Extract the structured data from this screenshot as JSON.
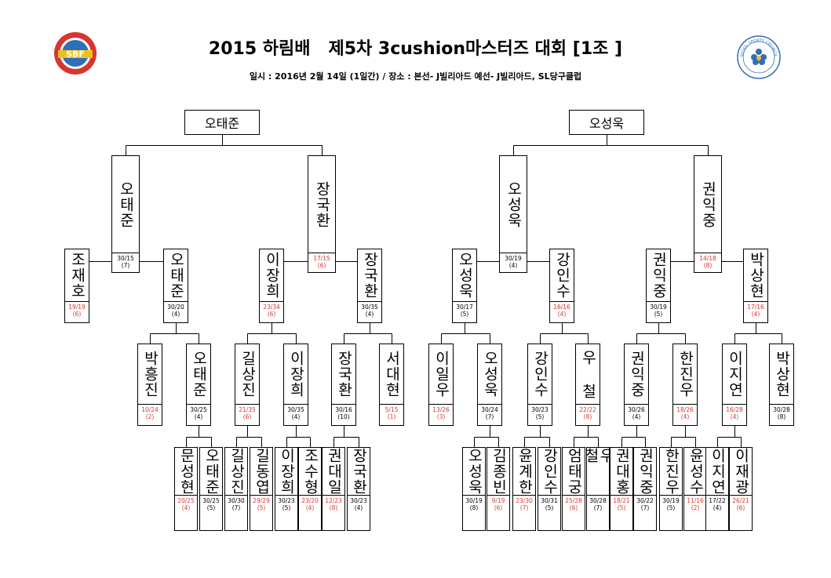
{
  "header": {
    "title": "2015 하림배   제5차 3cushion마스터즈 대회 [1조 ]",
    "subtitle": "일시 : 2016년 2월 14일 (1일간) / 장소 : 본선- J빌리아드 예선- J빌리아드, SL당구클럽",
    "logo_left_text": "SBF",
    "logo_right_text": "SEOUL SPORTS COUNCIL"
  },
  "colors": {
    "loss": "#d8352f",
    "line": "#000000"
  },
  "bracket": {
    "champions": [
      {
        "id": "W1",
        "name": "오태준"
      },
      {
        "id": "W2",
        "name": "오성욱"
      }
    ],
    "r1": [
      {
        "id": "A1",
        "name": "오태준",
        "score": "30/15",
        "rank": "(7)",
        "loss": false
      },
      {
        "id": "A2",
        "name": "장국환",
        "score": "17/15",
        "rank": "(6)",
        "loss": true
      },
      {
        "id": "A3",
        "name": "오성욱",
        "score": "30/19",
        "rank": "(4)",
        "loss": false
      },
      {
        "id": "A4",
        "name": "권익중",
        "score": "14/18",
        "rank": "(8)",
        "loss": true
      }
    ],
    "r2": [
      {
        "id": "B1",
        "name": "조재호",
        "score": "19/19",
        "rank": "(6)",
        "loss": true
      },
      {
        "id": "B2",
        "name": "오태준",
        "score": "30/20",
        "rank": "(4)",
        "loss": false
      },
      {
        "id": "B3",
        "name": "이장희",
        "score": "23/34",
        "rank": "(6)",
        "loss": true
      },
      {
        "id": "B4",
        "name": "장국환",
        "score": "30/35",
        "rank": "(4)",
        "loss": false
      },
      {
        "id": "B5",
        "name": "오성욱",
        "score": "30/17",
        "rank": "(5)",
        "loss": false
      },
      {
        "id": "B6",
        "name": "강인수",
        "score": "16/16",
        "rank": "(4)",
        "loss": true
      },
      {
        "id": "B7",
        "name": "권익중",
        "score": "30/19",
        "rank": "(5)",
        "loss": false
      },
      {
        "id": "B8",
        "name": "박상현",
        "score": "17/16",
        "rank": "(4)",
        "loss": true
      }
    ],
    "r3": [
      {
        "id": "C1",
        "name": "박흥진",
        "score": "10/24",
        "rank": "(2)",
        "loss": true
      },
      {
        "id": "C2",
        "name": "오태준",
        "score": "30/25",
        "rank": "(4)",
        "loss": false
      },
      {
        "id": "C3",
        "name": "길상진",
        "score": "21/35",
        "rank": "(6)",
        "loss": true
      },
      {
        "id": "C4",
        "name": "이장희",
        "score": "30/35",
        "rank": "(4)",
        "loss": false
      },
      {
        "id": "C5",
        "name": "장국환",
        "score": "30/16",
        "rank": "(10)",
        "loss": false
      },
      {
        "id": "C6",
        "name": "서대현",
        "score": "5/15",
        "rank": "(1)",
        "loss": true
      },
      {
        "id": "C7",
        "name": "이일우",
        "score": "13/26",
        "rank": "(3)",
        "loss": true
      },
      {
        "id": "C8",
        "name": "오성욱",
        "score": "30/24",
        "rank": "(7)",
        "loss": false
      },
      {
        "id": "C9",
        "name": "강인수",
        "score": "30/23",
        "rank": "(5)",
        "loss": false
      },
      {
        "id": "C10",
        "name": "우 철",
        "score": "22/22",
        "rank": "(8)",
        "loss": true
      },
      {
        "id": "C11",
        "name": "권익중",
        "score": "30/26",
        "rank": "(4)",
        "loss": false
      },
      {
        "id": "C12",
        "name": "한진우",
        "score": "18/26",
        "rank": "(4)",
        "loss": true
      },
      {
        "id": "C13",
        "name": "이지연",
        "score": "16/28",
        "rank": "(4)",
        "loss": true
      },
      {
        "id": "C14",
        "name": "박상현",
        "score": "30/28",
        "rank": "(8)",
        "loss": false
      }
    ],
    "r4": [
      {
        "id": "D1",
        "name": "문성현",
        "score": "20/25",
        "rank": "(4)",
        "loss": true
      },
      {
        "id": "D2",
        "name": "오태준",
        "score": "30/25",
        "rank": "(5)",
        "loss": false
      },
      {
        "id": "D3",
        "name": "길상진",
        "score": "30/30",
        "rank": "(7)",
        "loss": false
      },
      {
        "id": "D4",
        "name": "길동엽",
        "score": "29/29",
        "rank": "(5)",
        "loss": true
      },
      {
        "id": "D5",
        "name": "이장희",
        "score": "30/23",
        "rank": "(5)",
        "loss": false
      },
      {
        "id": "D6",
        "name": "조수형",
        "score": "23/20",
        "rank": "(4)",
        "loss": true
      },
      {
        "id": "D7",
        "name": "권대일",
        "score": "12/23",
        "rank": "(8)",
        "loss": true
      },
      {
        "id": "D8",
        "name": "장국환",
        "score": "30/23",
        "rank": "(4)",
        "loss": false
      },
      {
        "id": "D9",
        "name": "오성욱",
        "score": "30/19",
        "rank": "(8)",
        "loss": false
      },
      {
        "id": "D10",
        "name": "김종빈",
        "score": "9/19",
        "rank": "(6)",
        "loss": true
      },
      {
        "id": "D11",
        "name": "윤계한",
        "score": "23/30",
        "rank": "(7)",
        "loss": true
      },
      {
        "id": "D12",
        "name": "강인수",
        "score": "30/31",
        "rank": "(5)",
        "loss": false
      },
      {
        "id": "D13",
        "name": "엄태궁",
        "score": "25/28",
        "rank": "(6)",
        "loss": true
      },
      {
        "id": "D14",
        "name": "우 철",
        "score": "30/28",
        "rank": "(7)",
        "loss": false
      },
      {
        "id": "D15",
        "name": "권대홍",
        "score": "18/21",
        "rank": "(5)",
        "loss": true
      },
      {
        "id": "D16",
        "name": "권익중",
        "score": "30/22",
        "rank": "(7)",
        "loss": false
      },
      {
        "id": "D17",
        "name": "한진우",
        "score": "30/19",
        "rank": "(5)",
        "loss": false
      },
      {
        "id": "D18",
        "name": "윤성수",
        "score": "11/16",
        "rank": "(2)",
        "loss": true
      },
      {
        "id": "D19",
        "name": "이지연",
        "score": "17/22",
        "rank": "(4)",
        "loss": false
      },
      {
        "id": "D20",
        "name": "이재광",
        "score": "26/21",
        "rank": "(6)",
        "loss": true
      }
    ],
    "matches": [
      [
        "W1",
        "A1",
        "A2"
      ],
      [
        "W2",
        "A3",
        "A4"
      ],
      [
        "A1",
        "B1",
        "B2"
      ],
      [
        "A2",
        "B3",
        "B4"
      ],
      [
        "A3",
        "B5",
        "B6"
      ],
      [
        "A4",
        "B7",
        "B8"
      ],
      [
        "B2",
        "C1",
        "C2"
      ],
      [
        "B3",
        "C3",
        "C4"
      ],
      [
        "B4",
        "C5",
        "C6"
      ],
      [
        "B5",
        "C7",
        "C8"
      ],
      [
        "B6",
        "C9",
        "C10"
      ],
      [
        "B7",
        "C11",
        "C12"
      ],
      [
        "B8",
        "C13",
        "C14"
      ],
      [
        "C2",
        "D1",
        "D2"
      ],
      [
        "C3",
        "D3",
        "D4"
      ],
      [
        "C4",
        "D5",
        "D6"
      ],
      [
        "C5",
        "D7",
        "D8"
      ],
      [
        "C8",
        "D9",
        "D10"
      ],
      [
        "C9",
        "D11",
        "D12"
      ],
      [
        "C10",
        "D13",
        "D14"
      ],
      [
        "C11",
        "D15",
        "D16"
      ],
      [
        "C12",
        "D17",
        "D18"
      ],
      [
        "C13",
        "D19",
        "D20"
      ]
    ]
  }
}
